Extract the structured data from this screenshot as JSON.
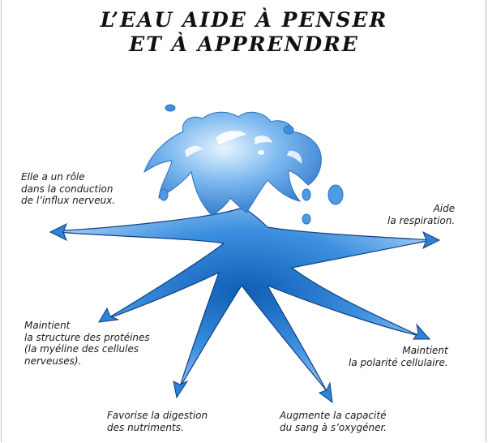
{
  "title": {
    "line1": "L’EAU AIDE À PENSER",
    "line2": "ET À APPRENDRE"
  },
  "captions": {
    "influx": "Elle a un rôle\ndans la conduction\nde l’influx nerveux.",
    "respiration": "Aide\nla respiration.",
    "proteines": "Maintient\nla structure des protéines\n(la myéline des cellules\nnerveuses).",
    "polarite": "Maintient\nla polarité cellulaire.",
    "digestion": "Favorise la digestion\ndes nutriments.",
    "oxygene": "Augmente la capacité\ndu sang à s’oxygéner."
  },
  "colors": {
    "water_dark": "#1565b8",
    "water_mid": "#3d8fe0",
    "water_light": "#bfe0fb",
    "outline": "#0d3f82"
  }
}
